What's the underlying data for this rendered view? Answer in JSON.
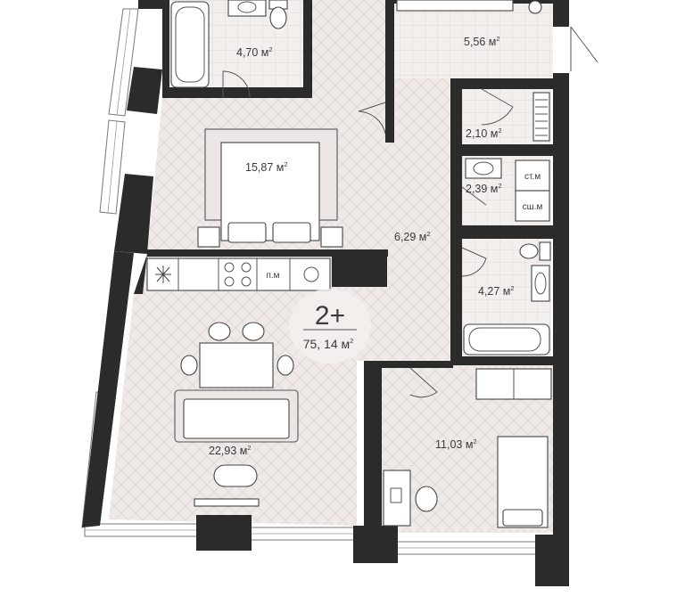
{
  "apartment": {
    "type_label": "2+",
    "total_area": "75, 14 м",
    "area_sup": "2"
  },
  "rooms": [
    {
      "id": "bathroom-top",
      "area": "4,70 м"
    },
    {
      "id": "kitchen-entry",
      "area": "5,56 м"
    },
    {
      "id": "bedroom",
      "area": "15,87 м"
    },
    {
      "id": "wc-small",
      "area": "2,10 м"
    },
    {
      "id": "storage",
      "area": "2,39 м"
    },
    {
      "id": "hallway",
      "area": "6,29 м"
    },
    {
      "id": "bathroom-right",
      "area": "4,27 м"
    },
    {
      "id": "living-kitchen",
      "area": "22,93 м"
    },
    {
      "id": "bedroom-2",
      "area": "11,03 м"
    }
  ],
  "appliance_labels": {
    "washer": "ст.м",
    "dryer": "сш.м",
    "dishwasher": "п.м"
  },
  "colors": {
    "wall": "#2b2b2b",
    "floor": "#efe9e7",
    "tile": "#f1edeb"
  }
}
